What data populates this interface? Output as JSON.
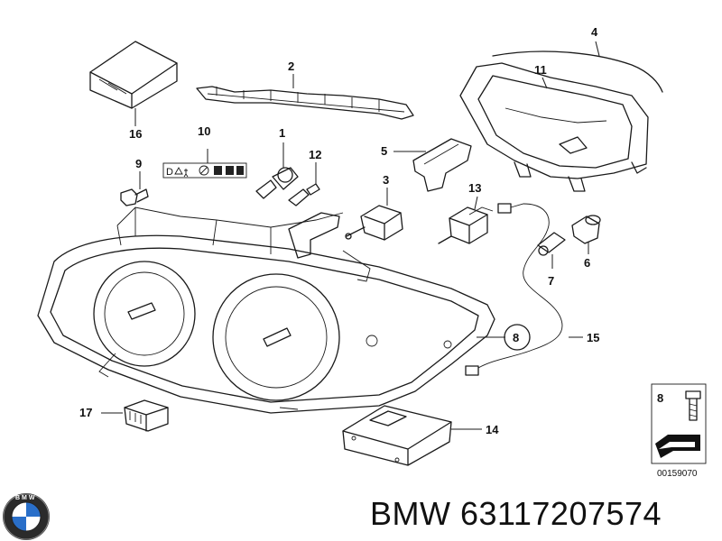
{
  "diagram": {
    "callouts": {
      "p1": "1",
      "p2": "2",
      "p3": "3",
      "p4": "4",
      "p5": "5",
      "p6": "6",
      "p7": "7",
      "p8": "8",
      "p9": "9",
      "p10": "10",
      "p11": "11",
      "p12": "12",
      "p13": "13",
      "p14": "14",
      "p15": "15",
      "p16": "16",
      "p17": "17"
    },
    "legend_box": {
      "number": "8",
      "doc_number": "00159070"
    }
  },
  "caption": {
    "text": "BMW 63117207574"
  },
  "logo": {
    "text": "BMW"
  }
}
